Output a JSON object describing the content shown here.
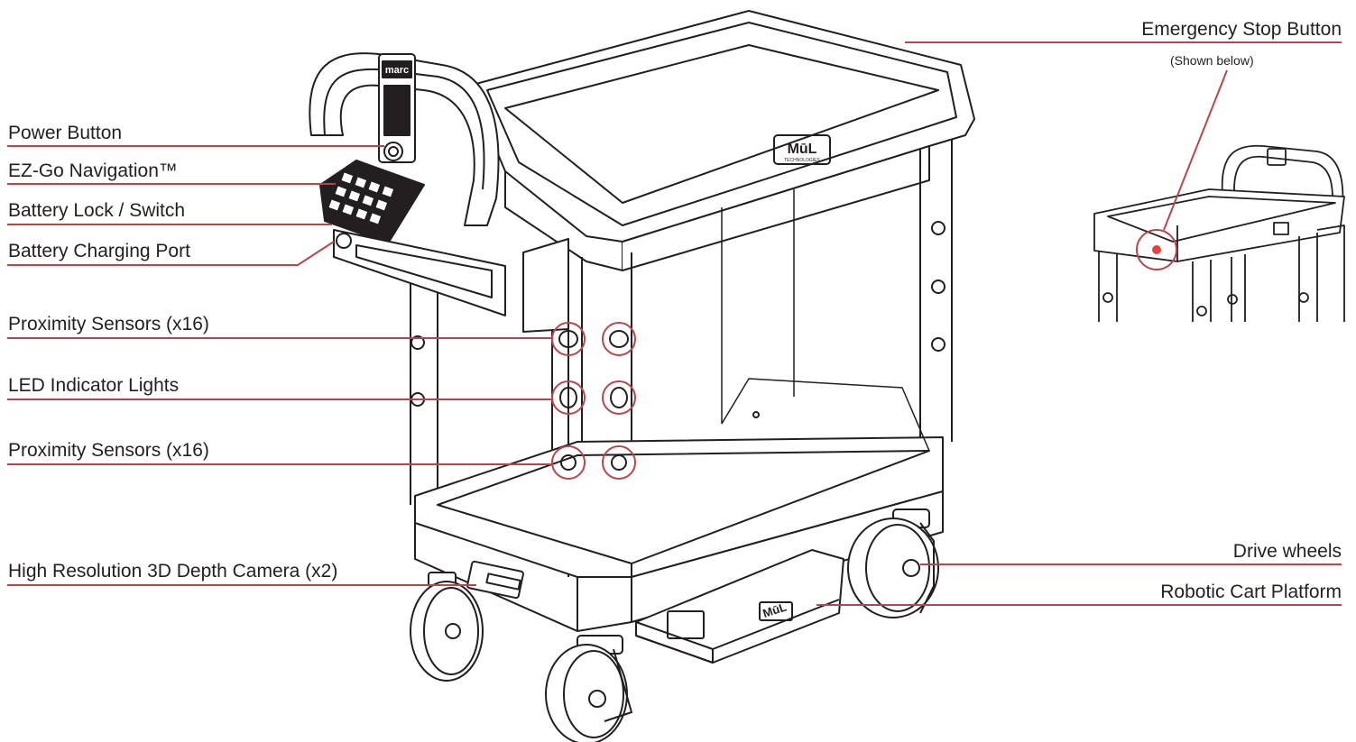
{
  "labels_left": [
    {
      "id": "power",
      "text": "Power Button"
    },
    {
      "id": "ezgo",
      "text": "EZ-Go Navigation™"
    },
    {
      "id": "battery_lock",
      "text": "Battery Lock / Switch"
    },
    {
      "id": "charging",
      "text": "Battery Charging Port"
    },
    {
      "id": "prox_top",
      "text": "Proximity Sensors (x16)"
    },
    {
      "id": "led",
      "text": "LED Indicator Lights"
    },
    {
      "id": "prox_bottom",
      "text": "Proximity Sensors (x16)"
    },
    {
      "id": "camera",
      "text": "High Resolution 3D Depth Camera (x2)"
    }
  ],
  "labels_right": [
    {
      "id": "estop",
      "text": "Emergency Stop Button",
      "note": "(Shown below)"
    },
    {
      "id": "drive",
      "text": "Drive wheels"
    },
    {
      "id": "platform",
      "text": "Robotic Cart Platform"
    }
  ],
  "brand": {
    "panel_logo": "marc",
    "cart_logo": "MūL",
    "cart_logo_sub": "TECHNOLOGIES"
  },
  "colors": {
    "leader_line": "#b5474b",
    "highlight_circle": "#b5474b",
    "estop_dot": "#e8403c",
    "drawing_stroke": "#231f20"
  }
}
